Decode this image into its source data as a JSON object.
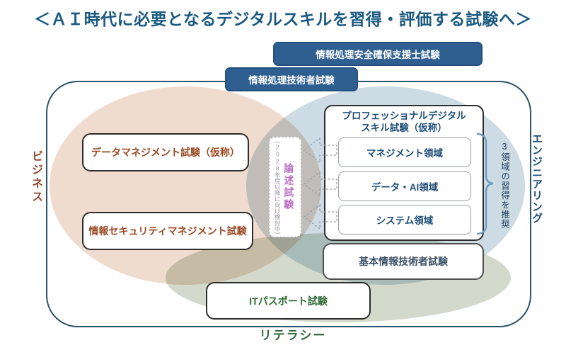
{
  "title": "＜ＡＩ時代に必要となるデジタルスキルを習得・評価する試験へ＞",
  "top_exams": {
    "security_specialist": "情報処理安全確保支援士試験",
    "it_engineer": "情報処理技術者試験"
  },
  "axes": {
    "business": "ビジネス",
    "engineering": "エンジニアリング",
    "literacy": "リテラシー"
  },
  "business_exams": {
    "data_management": "データマネジメント試験（仮称）",
    "security_management": "情報セキュリティマネジメント試験"
  },
  "professional": {
    "title_line1": "プロフェッショナルデジタル",
    "title_line2": "スキル試験（仮称）",
    "domains": [
      "マネジメント領域",
      "データ・AI領域",
      "システム領域"
    ],
    "brace_note": "3領域の習得を推奨"
  },
  "essay": {
    "label": "論述試験",
    "note": "（2028年度以降に向け検討中）"
  },
  "other_exams": {
    "fundamental": "基本情報技術者試験",
    "it_passport": "ITパスポート試験"
  },
  "colors": {
    "title_blue": "#1b5a80",
    "pill_blue": "#2f5f91",
    "navy_text": "#1f4e79",
    "brown_text": "#9c4a24",
    "green_text": "#31683a",
    "purple_text": "#bc6ec6",
    "business_ellipse": "#f0dccf",
    "engineering_ellipse": "#ccdbe4",
    "literacy_ellipse": "#d3dacc",
    "frame_border": "#2b5568",
    "brace_blue": "#6d9ec2"
  }
}
